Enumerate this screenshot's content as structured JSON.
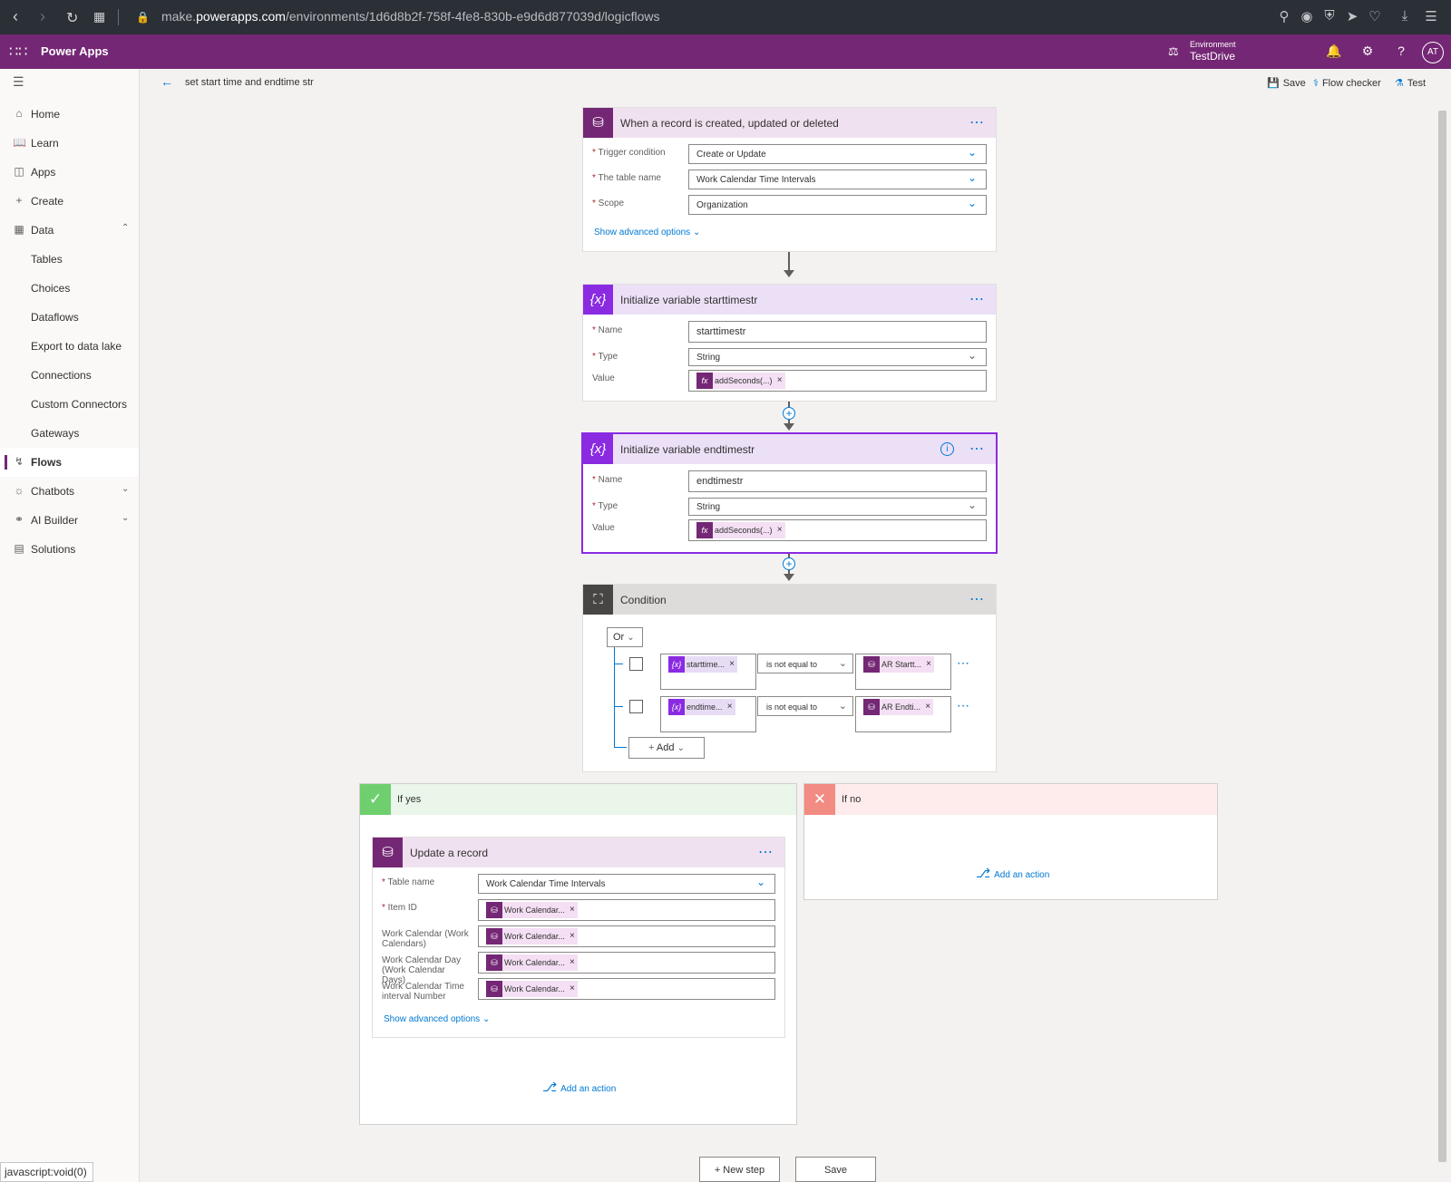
{
  "browser": {
    "url_prefix": "make.",
    "url_domain": "powerapps.com",
    "url_path": "/environments/1d6d8b2f-758f-4fe8-830b-e9d6d877039d/logicflows"
  },
  "app": {
    "name": "Power Apps",
    "environment_label": "Environment",
    "environment_name": "TestDrive",
    "avatar": "AT",
    "brand_color": "#742774"
  },
  "sidebar": {
    "items": [
      {
        "label": "Home",
        "icon": "home-icon"
      },
      {
        "label": "Learn",
        "icon": "book-icon"
      },
      {
        "label": "Apps",
        "icon": "apps-icon"
      },
      {
        "label": "Create",
        "icon": "plus-icon"
      },
      {
        "label": "Data",
        "icon": "table-icon"
      },
      {
        "label": "Tables"
      },
      {
        "label": "Choices"
      },
      {
        "label": "Dataflows"
      },
      {
        "label": "Export to data lake"
      },
      {
        "label": "Connections"
      },
      {
        "label": "Custom Connectors"
      },
      {
        "label": "Gateways"
      },
      {
        "label": "Flows",
        "icon": "flow-icon"
      },
      {
        "label": "Chatbots",
        "icon": "bot-icon"
      },
      {
        "label": "AI Builder",
        "icon": "ai-icon"
      },
      {
        "label": "Solutions",
        "icon": "solutions-icon"
      }
    ]
  },
  "command_bar": {
    "flow_name": "set start time and endtime str",
    "save": "Save",
    "flow_checker": "Flow checker",
    "test": "Test"
  },
  "trigger": {
    "title": "When a record is created, updated or deleted",
    "fields": [
      {
        "label": "Trigger condition",
        "required": true,
        "value": "Create or Update"
      },
      {
        "label": "The table name",
        "required": true,
        "value": "Work Calendar Time Intervals"
      },
      {
        "label": "Scope",
        "required": true,
        "value": "Organization"
      }
    ],
    "advanced": "Show advanced options"
  },
  "var1": {
    "title": "Initialize variable starttimestr",
    "name_label": "Name",
    "name_value": "starttimestr",
    "type_label": "Type",
    "type_value": "String",
    "value_label": "Value",
    "value_token": "addSeconds(...)",
    "fx": "fx"
  },
  "var2": {
    "title": "Initialize variable endtimestr",
    "name_label": "Name",
    "name_value": "endtimestr",
    "type_label": "Type",
    "type_value": "String",
    "value_label": "Value",
    "value_token": "addSeconds(...)",
    "fx": "fx"
  },
  "condition": {
    "title": "Condition",
    "group_op": "Or",
    "rows": [
      {
        "left": "starttime...",
        "operator": "is not equal to",
        "right": "AR Startt..."
      },
      {
        "left": "endtime...",
        "operator": "is not equal to",
        "right": "AR Endti..."
      }
    ],
    "add": "Add"
  },
  "if_yes": {
    "title": "If yes",
    "action_title": "Update a record",
    "fields": [
      {
        "label": "Table name",
        "required": true,
        "value": "Work Calendar Time Intervals"
      },
      {
        "label": "Item ID",
        "required": true,
        "token": "Work Calendar..."
      },
      {
        "label": "Work Calendar (Work Calendars)",
        "required": false,
        "token": "Work Calendar..."
      },
      {
        "label": "Work Calendar Day (Work Calendar Days)",
        "required": false,
        "token": "Work Calendar..."
      },
      {
        "label": "Work Calendar Time interval Number",
        "required": false,
        "token": "Work Calendar..."
      }
    ],
    "advanced": "Show advanced options",
    "add_action": "Add an action"
  },
  "if_no": {
    "title": "If no",
    "add_action": "Add an action"
  },
  "footer": {
    "new_step": "+ New step",
    "save": "Save"
  },
  "status_bar": "javascript:void(0)",
  "colors": {
    "dataverse": "#742774",
    "variable": "#8a2be2",
    "condition": "#484644",
    "yes": "#6fcf6f",
    "no": "#f28b82",
    "link": "#0078d4"
  }
}
